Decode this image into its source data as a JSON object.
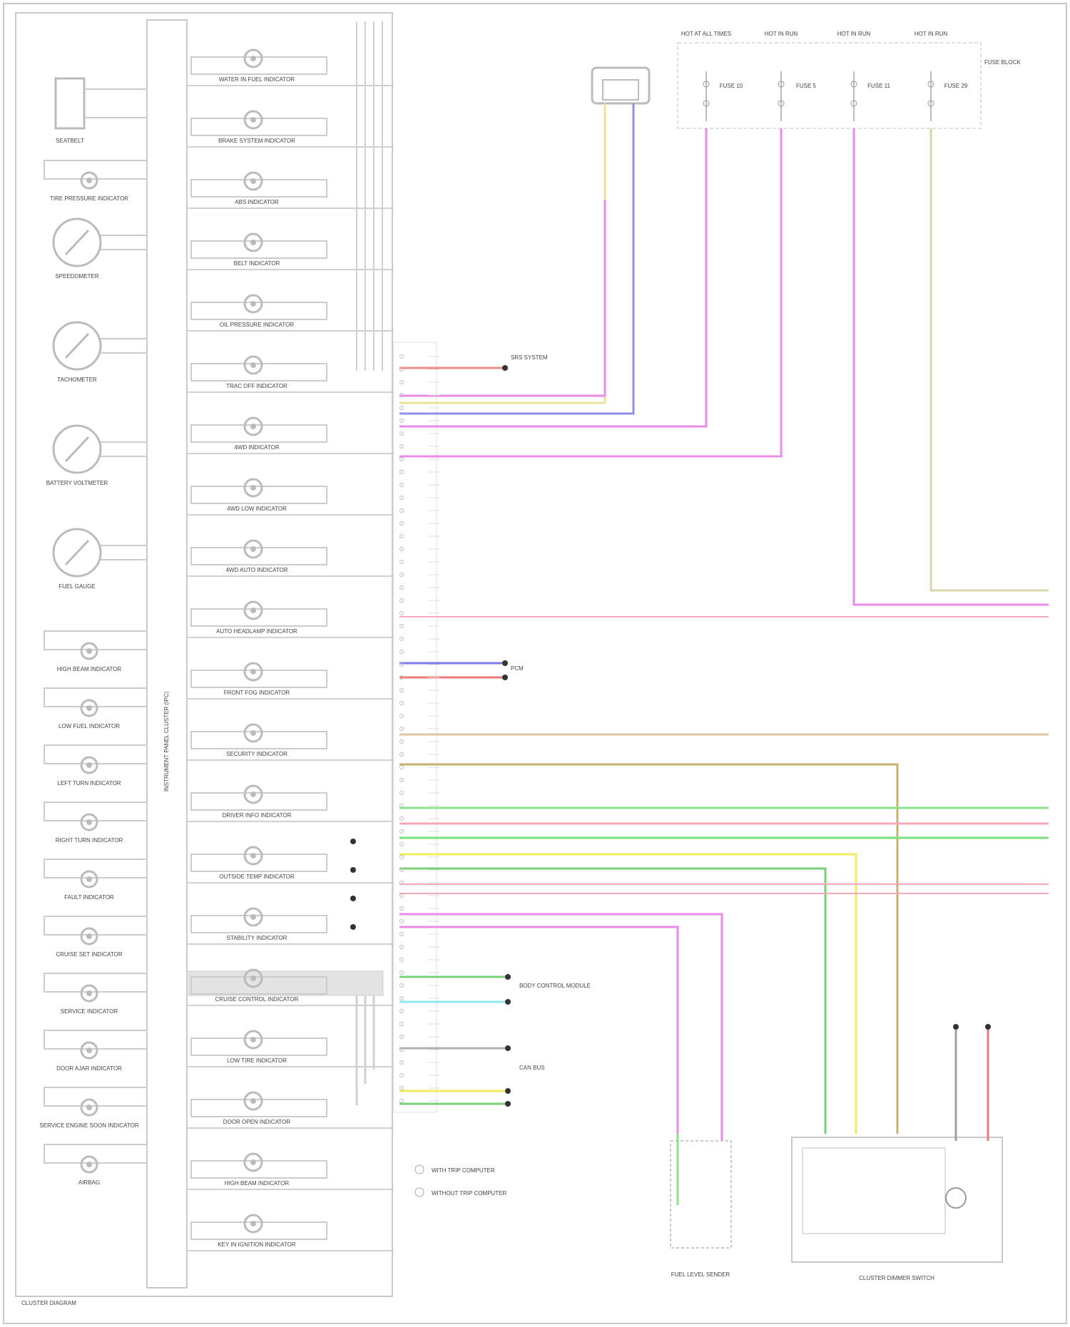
{
  "diagram": {
    "cluster_title": "INSTRUMENT PANEL CLUSTER (IPC)",
    "footer_id": "CLUSTER DIAGRAM",
    "indicators_column": [
      "SEATBELT",
      "TIRE PRESSURE INDICATOR",
      "SPEEDOMETER",
      "TACHOMETER",
      "BATTERY VOLTMETER",
      "FUEL GAUGE",
      "HIGH BEAM INDICATOR",
      "LOW FUEL INDICATOR",
      "LEFT TURN INDICATOR",
      "RIGHT TURN INDICATOR",
      "FAULT INDICATOR",
      "CRUISE SET INDICATOR",
      "SERVICE INDICATOR",
      "DOOR AJAR INDICATOR",
      "SERVICE ENGINE SOON INDICATOR",
      "AIRBAG"
    ],
    "indicators_inner": [
      "WATER IN FUEL INDICATOR",
      "BRAKE SYSTEM INDICATOR",
      "ABS INDICATOR",
      "BELT INDICATOR",
      "OIL PRESSURE INDICATOR",
      "TRAC OFF INDICATOR",
      "4WD INDICATOR",
      "4WD LOW INDICATOR",
      "4WD AUTO INDICATOR",
      "AUTO HEADLAMP INDICATOR",
      "FRONT FOG INDICATOR",
      "SECURITY INDICATOR",
      "DRIVER INFO INDICATOR",
      "OUTSIDE TEMP INDICATOR",
      "STABILITY INDICATOR",
      "CRUISE CONTROL INDICATOR",
      "LOW TIRE INDICATOR",
      "DOOR OPEN INDICATOR",
      "HIGH BEAM INDICATOR",
      "KEY IN IGNITION INDICATOR"
    ],
    "top_labels": [
      "HOT AT ALL TIMES",
      "HOT IN RUN",
      "HOT IN RUN",
      "HOT IN RUN"
    ],
    "top_fuses": [
      "FUSE 10",
      "FUSE 5",
      "FUSE 11",
      "FUSE 29"
    ],
    "fuse_box": "FUSE BLOCK",
    "right_labels": [
      "SRS SYSTEM",
      "PCM",
      "BODY CONTROL MODULE",
      "CAN BUS"
    ],
    "bottom_components": [
      "FUEL LEVEL SENDER",
      "CLUSTER DIMMER SWITCH"
    ],
    "legend": [
      "WITH TRIP COMPUTER",
      "WITHOUT TRIP COMPUTER"
    ]
  }
}
